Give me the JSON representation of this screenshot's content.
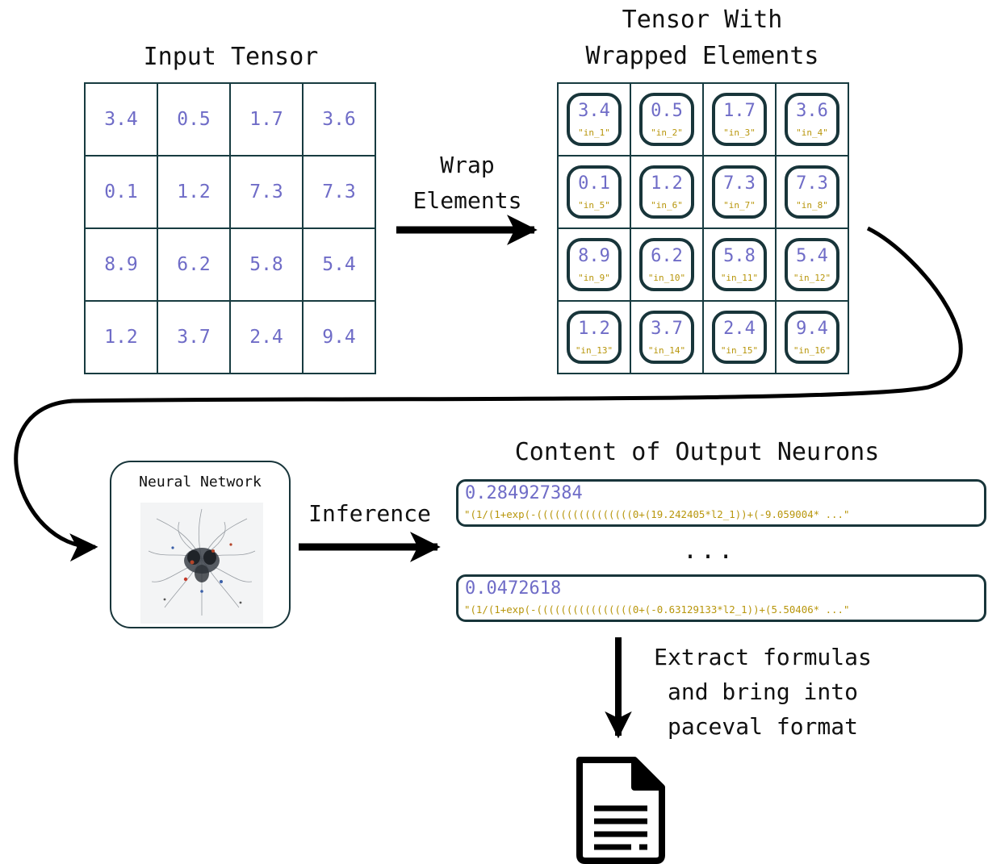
{
  "input_tensor": {
    "title": "Input Tensor",
    "values": [
      [
        "3.4",
        "0.5",
        "1.7",
        "3.6"
      ],
      [
        "0.1",
        "1.2",
        "7.3",
        "7.3"
      ],
      [
        "8.9",
        "6.2",
        "5.8",
        "5.4"
      ],
      [
        "1.2",
        "3.7",
        "2.4",
        "9.4"
      ]
    ]
  },
  "wrapped_tensor": {
    "title_line1": "Tensor With",
    "title_line2": "Wrapped Elements",
    "names": [
      [
        "\"in_1\"",
        "\"in_2\"",
        "\"in_3\"",
        "\"in_4\""
      ],
      [
        "\"in_5\"",
        "\"in_6\"",
        "\"in_7\"",
        "\"in_8\""
      ],
      [
        "\"in_9\"",
        "\"in_10\"",
        "\"in_11\"",
        "\"in_12\""
      ],
      [
        "\"in_13\"",
        "\"in_14\"",
        "\"in_15\"",
        "\"in_16\""
      ]
    ]
  },
  "wrap_label": {
    "line1": "Wrap",
    "line2": "Elements"
  },
  "network": {
    "title": "Neural Network",
    "image": "neural-network-illustration"
  },
  "inference_label": "Inference",
  "outputs": {
    "title": "Content of Output Neurons",
    "neurons": [
      {
        "value": "0.284927384",
        "formula": "\"(1/(1+exp(-((((((((((((((((0+(19.242405*l2_1))+(-9.059004* ...\""
      },
      {
        "value": "0.0472618",
        "formula": "\"(1/(1+exp(-((((((((((((((((0+(-0.63129133*l2_1))+(5.50406* ...\""
      }
    ],
    "ellipsis": "..."
  },
  "extract_label": {
    "line1": "Extract formulas",
    "line2": "and bring into",
    "line3": "paceval format"
  },
  "document_icon": "document-icon",
  "colors": {
    "value": "#6f6cc7",
    "name": "#b8960c",
    "border": "#173b40",
    "arrow": "#000000"
  }
}
